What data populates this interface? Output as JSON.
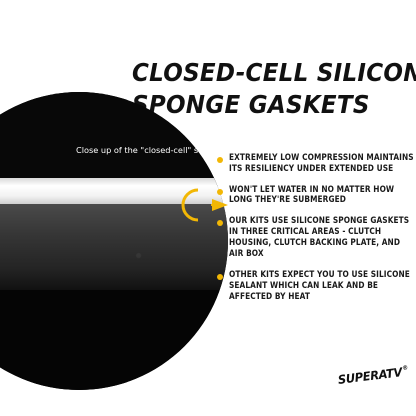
{
  "title": {
    "line1": "CLOSED-CELL SILICONE",
    "line2": "SPONGE GASKETS"
  },
  "closeup": {
    "caption": "Close up of the \"closed-cell\" structure"
  },
  "bullets": [
    {
      "text": "EXTREMELY LOW COMPRESSION MAINTAINS ITS RESILIENCY UNDER EXTENDED USE"
    },
    {
      "text": "WON'T LET WATER IN NO MATTER HOW LONG THEY'RE SUBMERGED"
    },
    {
      "text": "OUR KITS USE SILICONE SPONGE GASKETS IN THREE CRITICAL AREAS - CLUTCH HOUSING, CLUTCH BACKING PLATE, AND AIR BOX"
    },
    {
      "text": "OTHER KITS EXPECT YOU TO USE SILICONE SEALANT WHICH CAN LEAK AND BE AFFECTED BY HEAT"
    }
  ],
  "logo": {
    "text": "SUPERATV",
    "tm": "®"
  },
  "colors": {
    "accent": "#f2b705",
    "text": "#1a1a1a",
    "background": "#ffffff"
  }
}
